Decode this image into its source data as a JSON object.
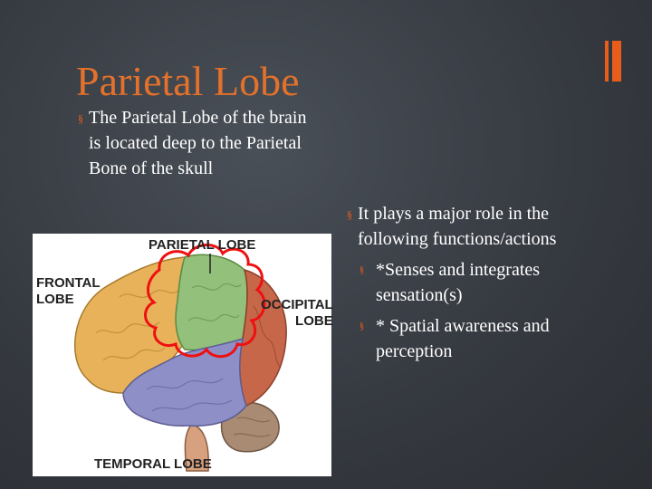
{
  "slide": {
    "title": "Parietal Lobe",
    "left_bullet": "The Parietal Lobe of the brain is located deep to the Parietal Bone of the skull",
    "right_bullet": "It plays a major role in the following functions/actions",
    "sub_bullets": [
      "*Senses and integrates sensation(s)",
      "* Spatial awareness and perception"
    ],
    "bullet_glyph": "§"
  },
  "brain_image": {
    "labels": {
      "parietal": "PARIETAL LOBE",
      "frontal": "FRONTAL\nLOBE",
      "occipital": "OCCIPITAL\nLOBE",
      "temporal": "TEMPORAL LOBE"
    }
  },
  "colors": {
    "background": "#363a41",
    "title": "#e3712b",
    "accent": "#e85d1c",
    "frontal": "#e8b25a",
    "parietal": "#93c07a",
    "occipital": "#c7674a",
    "temporal": "#8f8fc8",
    "cerebellum": "#a98a73",
    "highlight": "#ee1111"
  }
}
